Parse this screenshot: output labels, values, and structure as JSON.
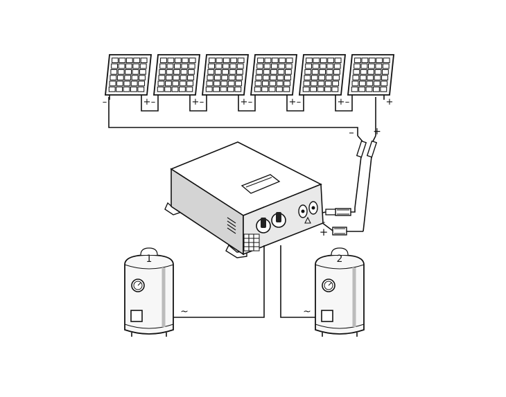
{
  "diagram": {
    "panel_count": 6,
    "panel_terminals": {
      "negative": "–",
      "positive": "+"
    },
    "string_terminals": {
      "negative": "–",
      "positive": "+"
    },
    "input_terminals": {
      "negative": "–",
      "positive": "+"
    },
    "tanks": [
      {
        "label": "1",
        "output_symbol": "~"
      },
      {
        "label": "2",
        "output_symbol": "~"
      }
    ]
  }
}
